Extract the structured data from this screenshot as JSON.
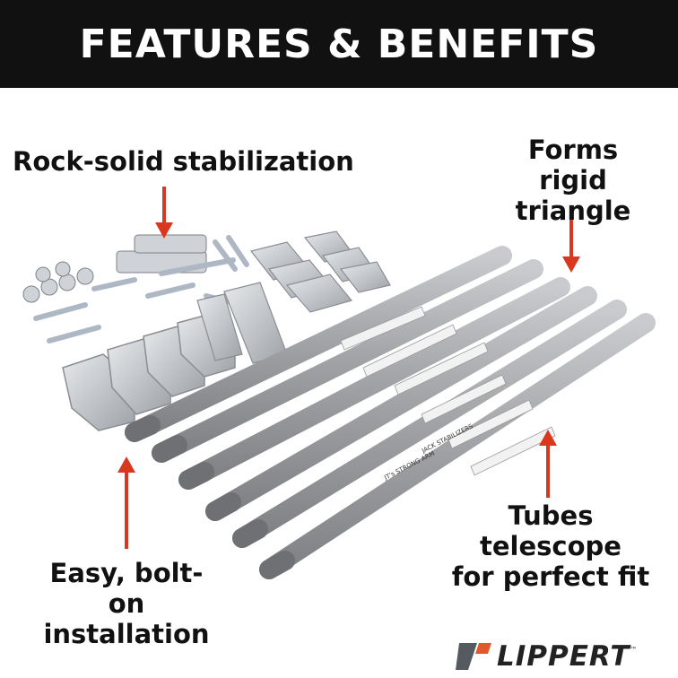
{
  "banner": {
    "title": "FEATURES & BENEFITS"
  },
  "callouts": {
    "stabilization": "Rock-solid stabilization",
    "triangle_line1": "Forms rigid",
    "triangle_line2": "triangle",
    "telescope_line1": "Tubes telescope",
    "telescope_line2": "for perfect fit",
    "install_line1": "Easy, bolt-on",
    "install_line2": "installation"
  },
  "product": {
    "tube_labels": [
      "JT's STRONG ARM",
      "JACK STABILIZERS"
    ],
    "tube_count": 6
  },
  "brand": {
    "name": "LIPPERT",
    "trademark": "™"
  },
  "colors": {
    "banner": "#111111",
    "arrow": "#d9381e",
    "tube": "#a7a9ac"
  }
}
